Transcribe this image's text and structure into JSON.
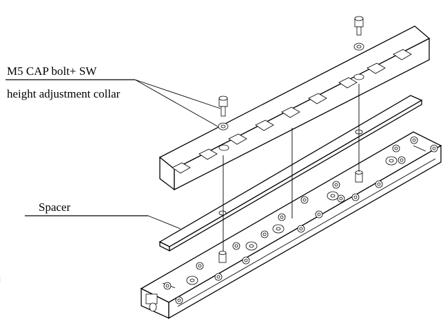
{
  "labels": {
    "bolt": "M5 CAP bolt+ SW",
    "collar": "height adjustment collar",
    "spacer": "Spacer"
  },
  "colors": {
    "line": "#000000",
    "background": "#ffffff"
  }
}
